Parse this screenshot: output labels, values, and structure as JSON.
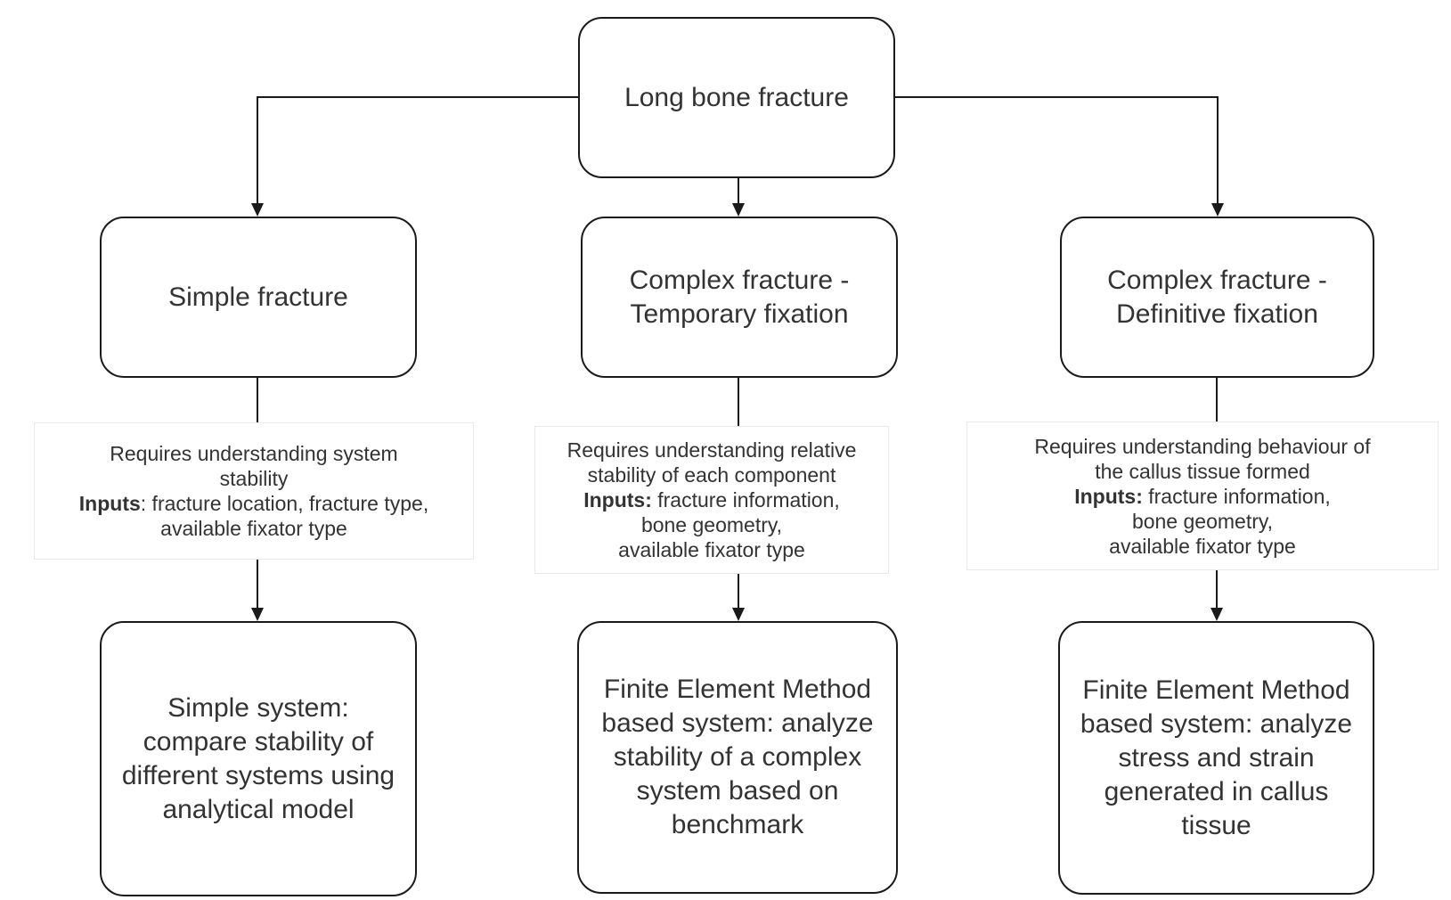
{
  "root_label": "Long bone fracture",
  "columns": [
    {
      "branch_label": "Simple fracture",
      "annotation": {
        "requires_l1": "Requires understanding system",
        "requires_l2": "stability",
        "inputs_label": "Inputs",
        "inputs_text": ": fracture location, fracture type,",
        "tail_l1": "available fixator type"
      },
      "outcome": {
        "l1": "Simple system:",
        "l2": "compare stability of",
        "l3": "different systems using",
        "l4": "analytical model"
      }
    },
    {
      "branch_l1": "Complex fracture -",
      "branch_l2": "Temporary fixation",
      "annotation": {
        "requires_l1": "Requires understanding relative",
        "requires_l2": "stability of each component",
        "inputs_label": "Inputs:",
        "inputs_text": " fracture information,",
        "tail_l1": "bone geometry,",
        "tail_l2": "available fixator type"
      },
      "outcome": {
        "l1": "Finite Element Method",
        "l2": "based system: analyze",
        "l3": "stability of a complex",
        "l4": "system based on",
        "l5": "benchmark"
      }
    },
    {
      "branch_l1": "Complex fracture -",
      "branch_l2": "Definitive fixation",
      "annotation": {
        "requires_l1": "Requires understanding behaviour of",
        "requires_l2": "the callus tissue formed",
        "inputs_label": "Inputs:",
        "inputs_text": " fracture information,",
        "tail_l1": "bone geometry,",
        "tail_l2": "available fixator type"
      },
      "outcome": {
        "l1": "Finite Element Method",
        "l2": "based system: analyze",
        "l3": "stress and strain",
        "l4": "generated in callus",
        "l5": "tissue"
      }
    }
  ],
  "colors": {
    "line": "#1a1a1a",
    "text": "#333333",
    "annotation_border": "#e9e9e9",
    "background": "#ffffff"
  }
}
